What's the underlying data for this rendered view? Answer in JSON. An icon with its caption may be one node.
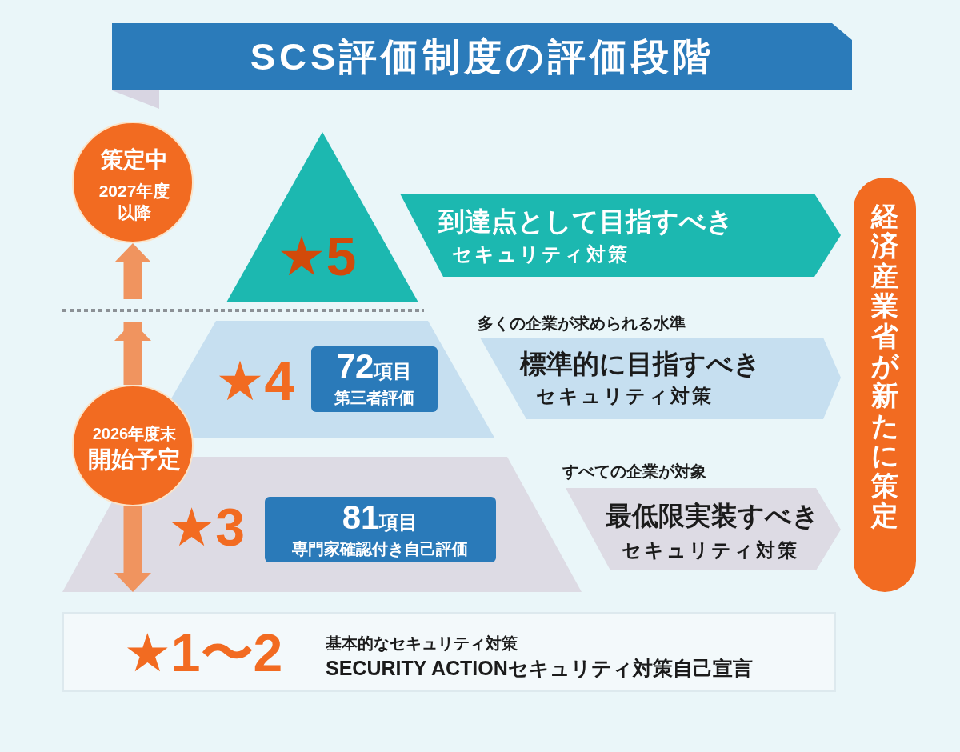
{
  "diagram": {
    "title": "SCS評価制度の評価段階",
    "nodes": [
      {
        "text": [
          "策定中",
          "2027年度以降"
        ]
      },
      {
        "text": [
          "★5"
        ]
      },
      {
        "text": [
          "到達点として目指すべき",
          "セキュリティ対策"
        ]
      },
      {
        "text": [
          "★4"
        ]
      },
      {
        "text": [
          "72項目",
          "第三者評価"
        ],
        "in": 3
      },
      {
        "text": [
          "標準的に目指すべき",
          "セキュリティ対策"
        ],
        "beside": [
          "多くの企業が求められる水準"
        ]
      },
      {
        "text": [
          "2026年度末",
          "開始予定"
        ]
      },
      {
        "text": [
          "★3"
        ]
      },
      {
        "text": [
          "81項目",
          "専門家確認付き自己評価"
        ],
        "in": 7
      },
      {
        "text": [
          "最低限実装すべき",
          "セキュリティ対策"
        ],
        "beside": [
          "すべての企業が対象"
        ]
      },
      {
        "text": [
          "経済産業省が新たに策定"
        ]
      },
      {
        "text": [
          "★1〜2",
          "基本的なセキュリティ対策",
          "SECURITY ACTIONセキュリティ対策自己宣言"
        ]
      }
    ],
    "edges": [
      {
        "from": 6,
        "to": 0,
        "arrow": "to"
      },
      {
        "from": 6,
        "to": null,
        "arrow": "to"
      }
    ]
  }
}
